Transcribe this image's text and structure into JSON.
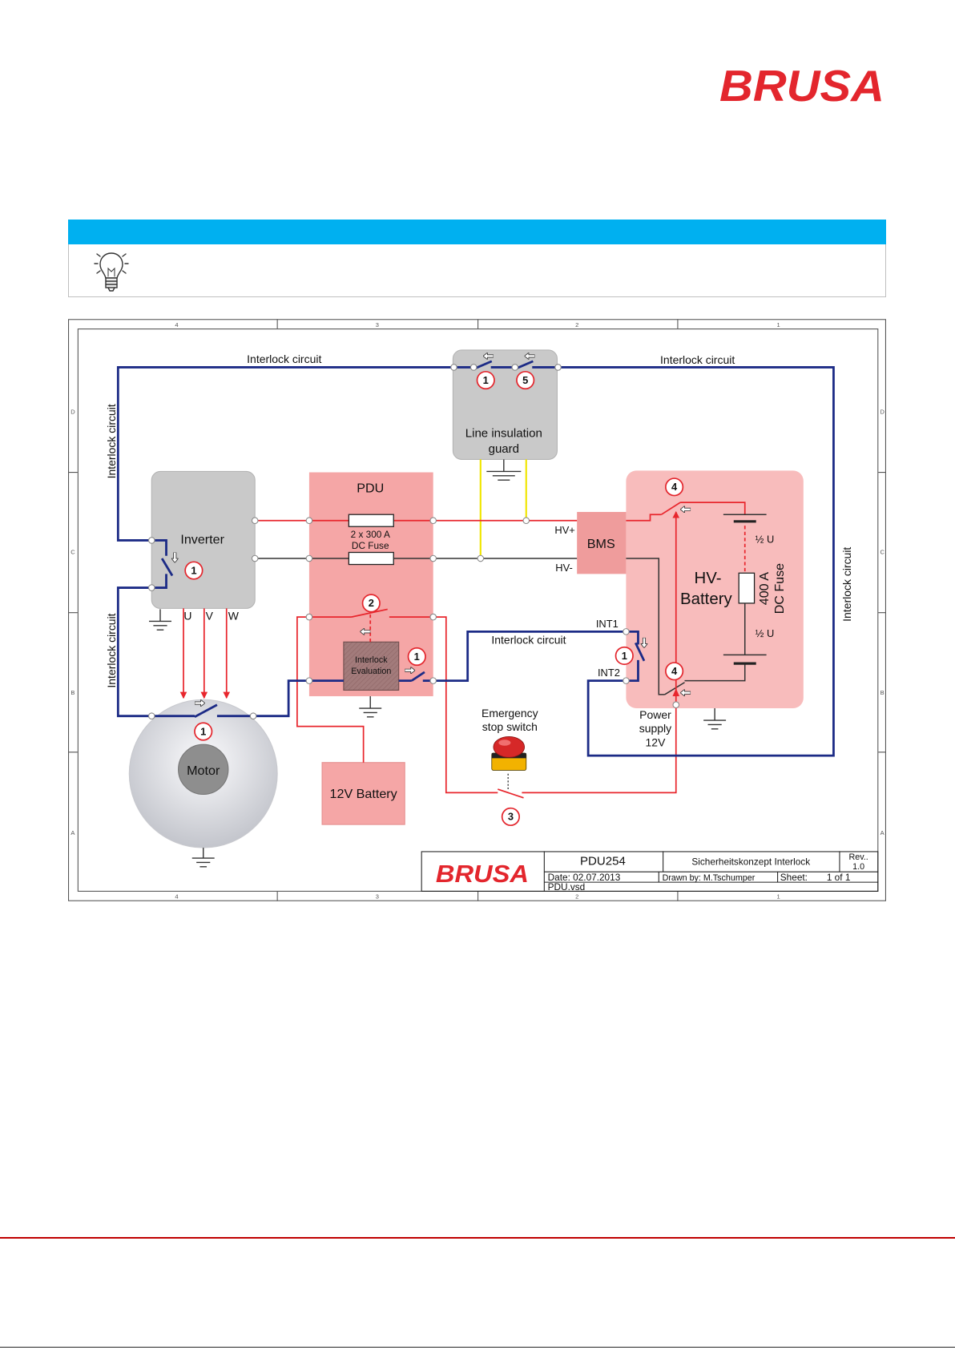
{
  "header": {
    "logo": "BRUSA",
    "note_icon": "lightbulb-icon"
  },
  "colors": {
    "brand": "#e3262d",
    "info_bar": "#00b0f0",
    "interlock_wire": "#1c2b86",
    "hv_plus_wire": "#e8262d",
    "hv_minus_wire": "#333333",
    "sense_wire": "#f0e600",
    "pdu_fill": "#f5a6a6",
    "battery_fill": "#f8bcbc",
    "bms_fill": "#ef9c9c",
    "housing_fill": "#c9c9c9"
  },
  "diagram": {
    "grid_columns": [
      "4",
      "3",
      "2",
      "1"
    ],
    "grid_rows": [
      "D",
      "C",
      "B",
      "A"
    ],
    "components": {
      "inverter": "Inverter",
      "pdu": "PDU",
      "line_guard": [
        "Line insulation",
        "guard"
      ],
      "bms": "BMS",
      "hv_battery": [
        "HV-",
        "Battery"
      ],
      "interlock_evaluation": [
        "Interlock",
        "Evaluation"
      ],
      "battery_12v": "12V Battery",
      "motor": "Motor",
      "emergency_stop": [
        "Emergency",
        "stop switch"
      ],
      "power_supply": [
        "Power",
        "supply",
        "12V"
      ]
    },
    "labels": {
      "interlock_circuit": "Interlock circuit",
      "hv_plus": "HV+",
      "hv_minus": "HV-",
      "int1": "INT1",
      "int2": "INT2",
      "pdu_fuse": [
        "2 x 300 A",
        "DC Fuse"
      ],
      "battery_fuse": [
        "400 A",
        "DC Fuse"
      ],
      "half_voltage": "½ U",
      "phases": [
        "U",
        "V",
        "W"
      ]
    },
    "badges": {
      "guard_a": "1",
      "guard_b": "5",
      "inverter": "1",
      "pdu_switch": "2",
      "interlock_eval": "1",
      "battery_top": "4",
      "battery_bottom": "4",
      "battery_int": "1",
      "motor": "1",
      "emergency": "3"
    },
    "icons": {
      "ground": "ground-icon",
      "actuator": "actuator-arrow-icon",
      "emergency_stop": "emergency-stop-button-icon"
    }
  },
  "title_block": {
    "logo": "BRUSA",
    "drawing": "PDU254",
    "title": "Sicherheitskonzept Interlock",
    "rev_label": "Rev..",
    "rev": "1.0",
    "date": "Date: 02.07.2013",
    "drawn_by": "Drawn by: M.Tschumper",
    "sheet_label": "Sheet:",
    "sheet": "1 of 1",
    "file": "PDU.vsd"
  }
}
